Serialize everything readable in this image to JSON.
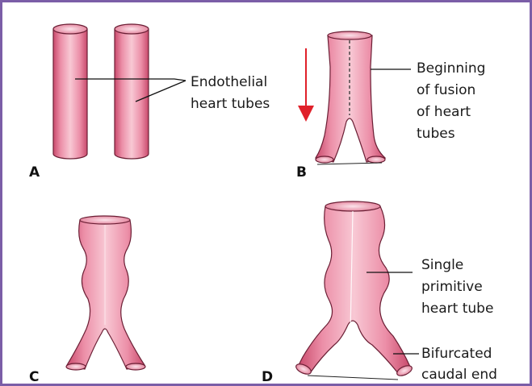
{
  "colors": {
    "frame_border": "#7b5ea7",
    "tube_light": "#f6c2cf",
    "tube_mid": "#ec8fa8",
    "tube_dark": "#c94a6c",
    "tube_outline": "#6b1f35",
    "arrow": "#e0202a"
  },
  "panels": {
    "a": {
      "letter": "A",
      "label_lines": [
        "Endothelial",
        "heart tubes"
      ]
    },
    "b": {
      "letter": "B",
      "label_lines": [
        "Beginning",
        "of fusion",
        "of heart",
        "tubes"
      ]
    },
    "c": {
      "letter": "C"
    },
    "d": {
      "letter": "D",
      "label1_lines": [
        "Single",
        "primitive",
        "heart tube"
      ],
      "label2_lines": [
        "Bifurcated",
        "caudal end"
      ]
    }
  }
}
